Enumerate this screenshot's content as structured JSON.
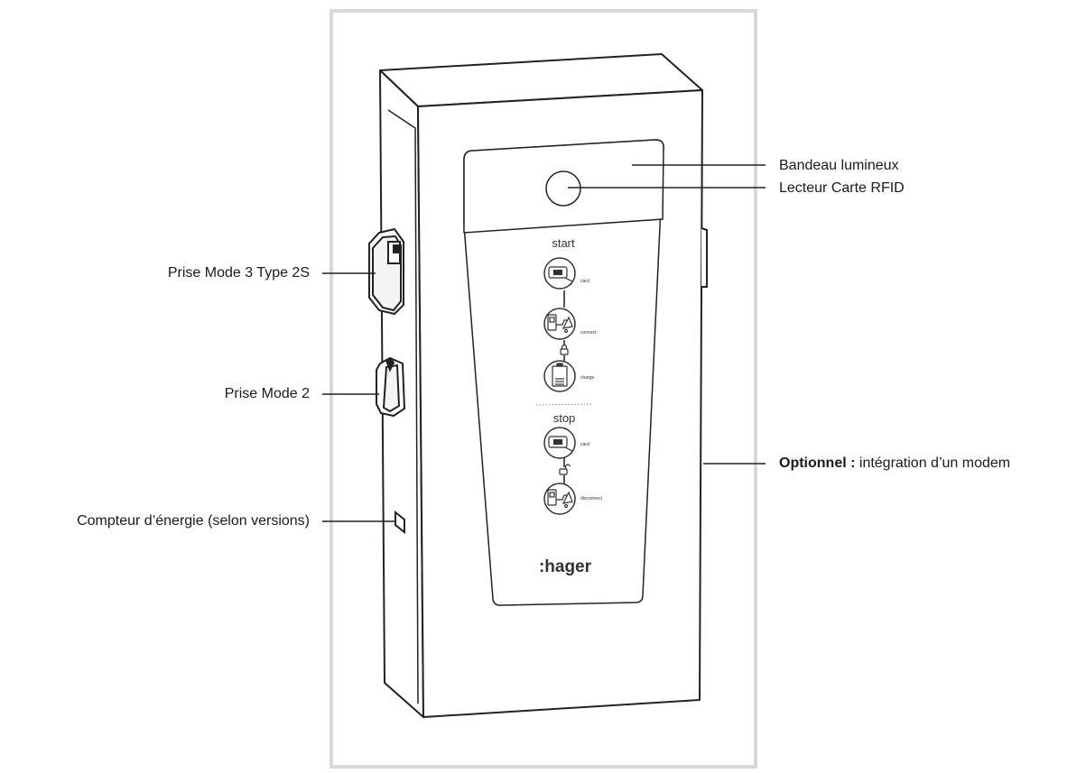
{
  "labels": {
    "light_band": "Bandeau lumineux",
    "rfid_reader": "Lecteur Carte RFID",
    "socket_mode3": "Prise Mode 3 Type 2S",
    "socket_mode2": "Prise Mode 2",
    "energy_meter": "Compteur d’énergie (selon versions)",
    "optional_bold": "Optionnel :",
    "optional_text": " intégration d’un modem"
  },
  "panel": {
    "start": "start",
    "stop": "stop",
    "step_card": "card",
    "step_connect": "connect",
    "step_charge": "charge",
    "step_card_stop": "card",
    "step_disconnect": "disconnect",
    "brand": ":hager"
  },
  "icons": {
    "lock": "lock-icon",
    "unlock": "unlock-icon",
    "card": "card-icon",
    "plug": "plug-car-icon",
    "battery": "battery-icon"
  },
  "colors": {
    "frame": "#d9d9d9",
    "line": "#222222",
    "text": "#1a1a1a"
  }
}
